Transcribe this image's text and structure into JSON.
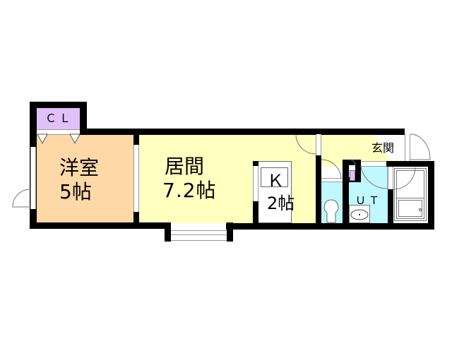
{
  "floorplan": {
    "colors": {
      "wall": "#000000",
      "western_room": "#FFD8A8",
      "living_room": "#FFFFC0",
      "closet": "#E0C0F8",
      "wet_area": "#C0F8FF",
      "kitchen": "#FFFFFF",
      "window": "#FFFFFF"
    },
    "rooms": {
      "closet": {
        "label": "ＣＬ"
      },
      "western_room": {
        "name": "洋室",
        "size": "5帖"
      },
      "living_room": {
        "name": "居間",
        "size": "7.2帖"
      },
      "kitchen": {
        "name": "Ｋ",
        "size": "2帖"
      },
      "entrance": {
        "label": "玄関"
      },
      "utility": {
        "label": "ＵＴ"
      }
    }
  }
}
